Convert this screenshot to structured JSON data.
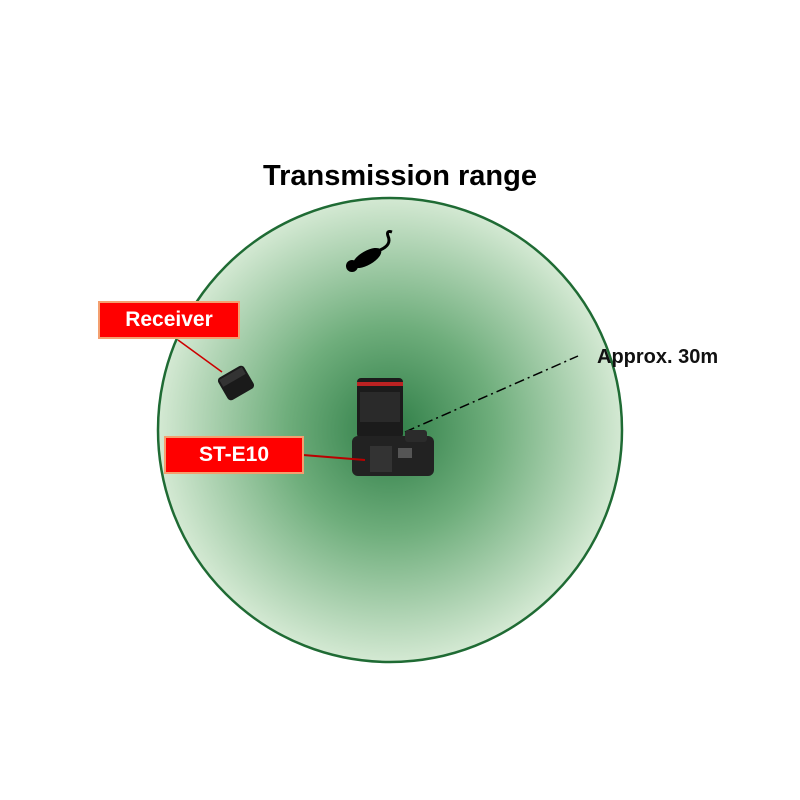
{
  "title": "Transmission range",
  "labels": {
    "receiver": "Receiver",
    "transmitter": "ST-E10"
  },
  "distance": "Approx. 30m",
  "colors": {
    "range_fill_center": "#2e7d46",
    "range_fill_edge": "#cfe6cf",
    "range_border": "#1f6b34",
    "label_bg": "#ff0000"
  }
}
